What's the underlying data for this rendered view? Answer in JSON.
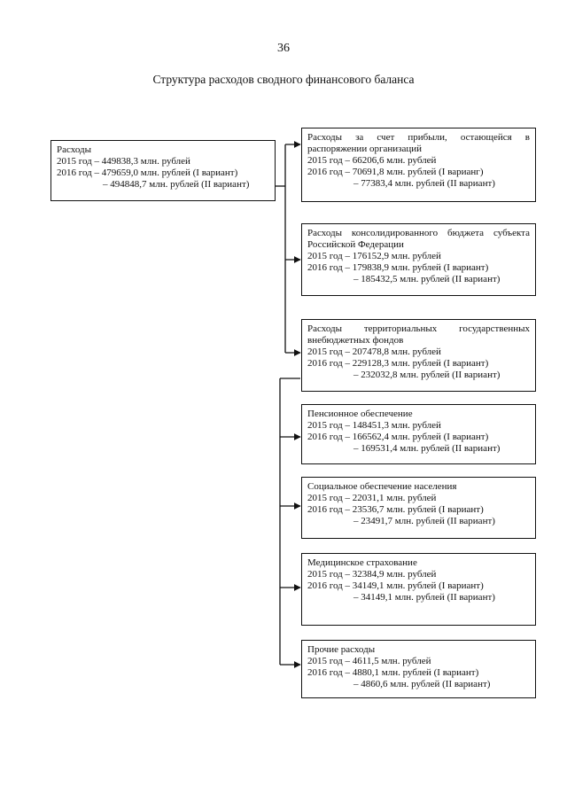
{
  "page_number": "36",
  "title": "Структура расходов сводного финансового баланса",
  "root": {
    "title": "Расходы",
    "line_2015": "2015 год – 449838,3 млн. рублей",
    "line_2016_v1": "2016 год – 479659,0 млн. рублей (I вариант)",
    "line_2016_v2": "– 494848,7 млн. рублей (II вариант)"
  },
  "boxes": [
    {
      "title": "Расходы за счет прибыли, остающейся в распоряжении организаций",
      "line_2015": "2015 год – 66206,6 млн. рублей",
      "line_2016_v1": "2016 год – 70691,8 млн. рублей (I варианг)",
      "line_2016_v2": "– 77383,4 млн. рублей (II вариант)"
    },
    {
      "title": "Расходы консолидированного бюджета субъекта Российской Федерации",
      "line_2015": "2015 год – 176152,9 млн. рублей",
      "line_2016_v1": "2016 год – 179838,9 млн. рублей (I вариант)",
      "line_2016_v2": "– 185432,5 млн. рублей (II вариант)"
    },
    {
      "title": "Расходы территориальных государственных внебюджетных фондов",
      "line_2015": "2015 год – 207478,8 млн. рублей",
      "line_2016_v1": "2016 год – 229128,3 млн. рублей (I вариант)",
      "line_2016_v2": "– 232032,8 млн. рублей (II вариант)"
    },
    {
      "title": "Пенсионное обеспечение",
      "line_2015": "2015 год – 148451,3 млн. рублей",
      "line_2016_v1": "2016 год – 166562,4 млн. рублей (I вариант)",
      "line_2016_v2": "– 169531,4 млн. рублей (II вариант)"
    },
    {
      "title": "Социальное обеспечение населения",
      "line_2015": "2015 год – 22031,1 млн. рублей",
      "line_2016_v1": "2016 год – 23536,7 млн. рублей (I вариант)",
      "line_2016_v2": "– 23491,7 млн. рублей (II вариант)"
    },
    {
      "title": "Медицинское страхование",
      "line_2015": "2015 год – 32384,9 млн. рублей",
      "line_2016_v1": "2016 год – 34149,1 млн. рублей (I вариант)",
      "line_2016_v2": "– 34149,1 млн. рублей (II вариант)"
    },
    {
      "title": "Прочие расходы",
      "line_2015": "2015 год – 4611,5 млн. рублей",
      "line_2016_v1": "2016 год – 4880,1  млн. рублей (I вариант)",
      "line_2016_v2": "– 4860,6 млн. рублей (II вариант)"
    }
  ]
}
